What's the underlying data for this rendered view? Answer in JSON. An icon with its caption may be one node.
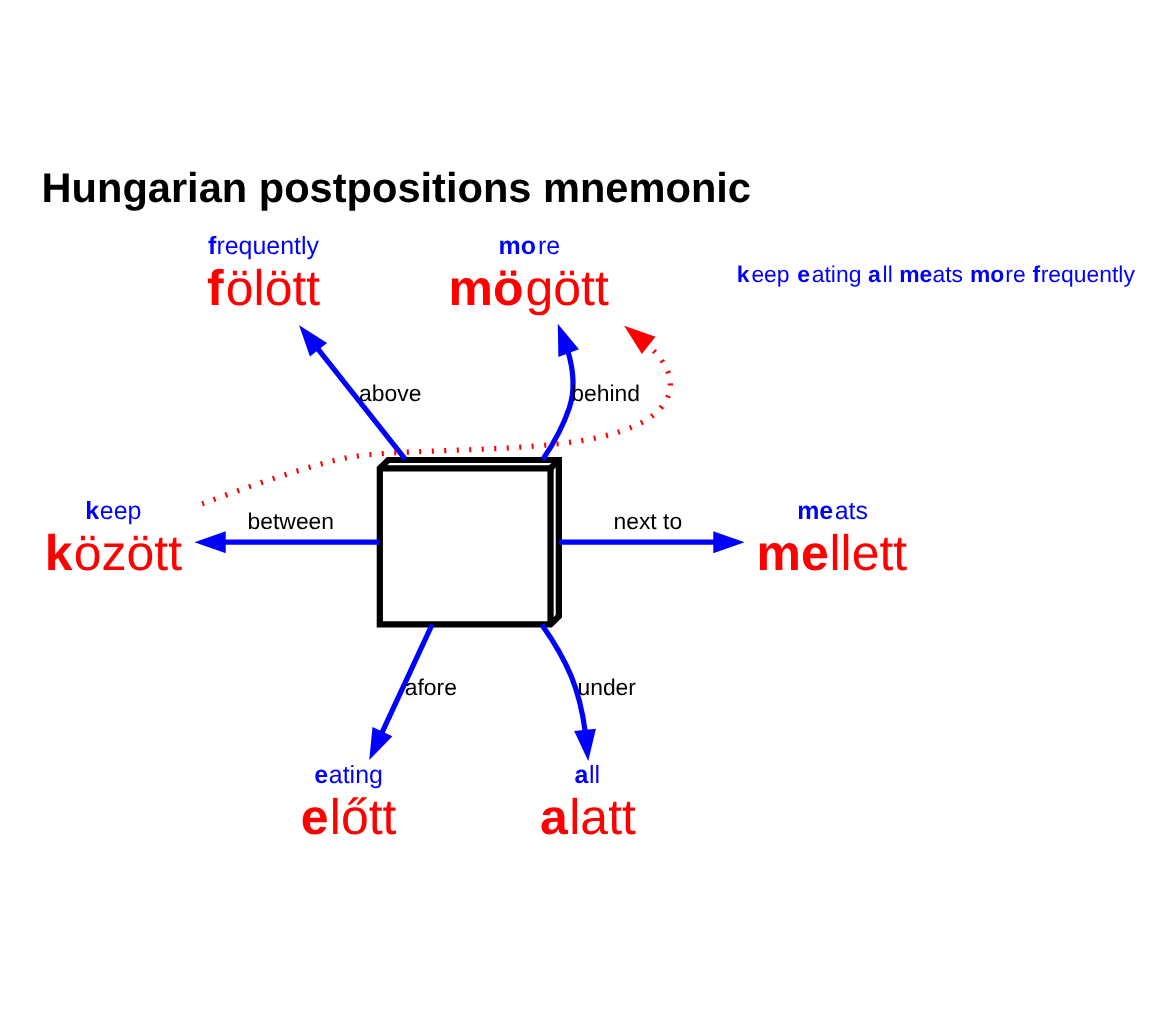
{
  "diagram": {
    "title": "Hungarian postpositions mnemonic",
    "nodes": [
      {
        "text": [
          "**f**requently",
          "**f**ölött"
        ]
      },
      {
        "text": [
          "**mo**re",
          "**mö**gött"
        ]
      },
      {
        "text": [],
        "shape": "box"
      },
      {
        "text": [
          "**me**ats",
          "**me**llett"
        ]
      },
      {
        "text": [
          "**k**eep",
          "**k**özött"
        ]
      },
      {
        "text": [
          "**e**ating",
          "**e**lőtt"
        ]
      },
      {
        "text": [
          "**a**ll",
          "**a**latt"
        ]
      }
    ],
    "edges": [
      {
        "from": 2,
        "to": 0,
        "arrow": "to",
        "label": "above"
      },
      {
        "from": 2,
        "to": 1,
        "arrow": "to",
        "label": "behind"
      },
      {
        "from": 2,
        "to": 3,
        "arrow": "to",
        "label": "next to"
      },
      {
        "from": 2,
        "to": 4,
        "arrow": "to",
        "label": "between"
      },
      {
        "from": 2,
        "to": 5,
        "arrow": "to",
        "label": "afore"
      },
      {
        "from": 2,
        "to": 6,
        "arrow": "to",
        "label": "under"
      },
      {
        "from": 4,
        "to": 1,
        "arrow": "to",
        "style": "dashed",
        "color": "#ff0000"
      }
    ],
    "labels": [
      "**k**eep **e**ating **a**ll **me**ats **mo**re **f**requently"
    ]
  }
}
